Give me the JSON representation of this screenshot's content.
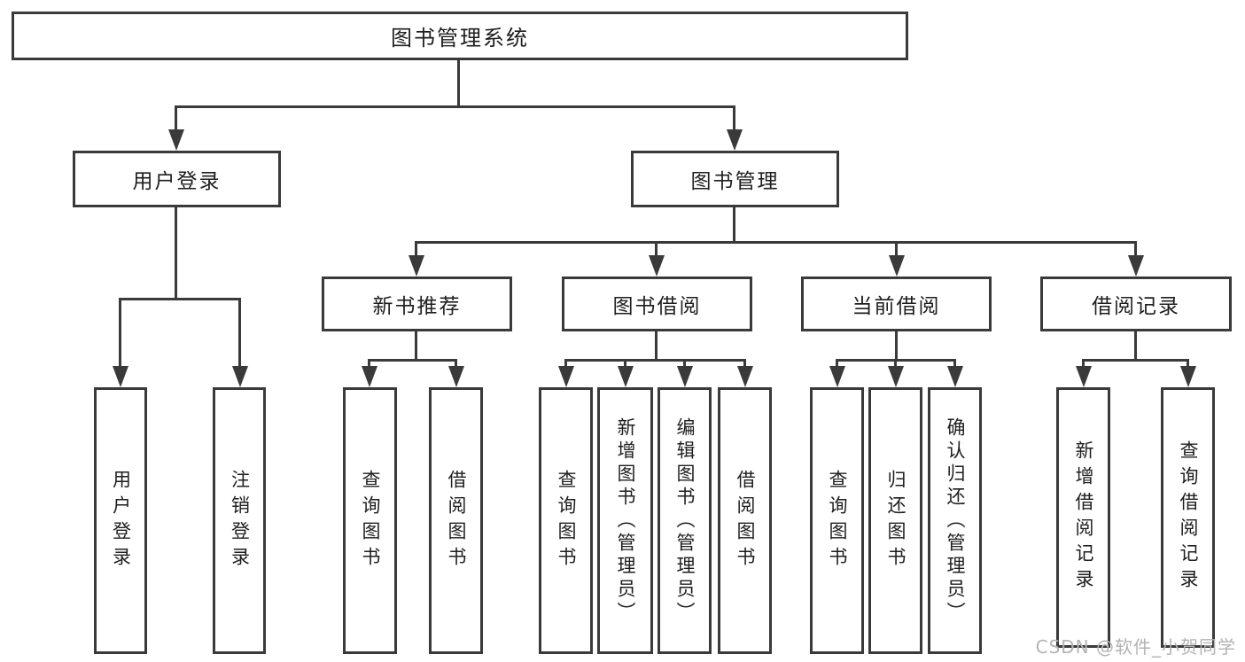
{
  "diagram_type": "feature-tree",
  "colors": {
    "line": "#3a3a3a",
    "text": "#1e1e1e",
    "background": "#ffffff",
    "watermark_text": "#b3b3b3"
  },
  "tree": {
    "label": "图书管理系统",
    "children": [
      {
        "label": "用户登录",
        "children": [
          {
            "label": "用户登录"
          },
          {
            "label": "注销登录"
          }
        ]
      },
      {
        "label": "图书管理",
        "children": [
          {
            "label": "新书推荐",
            "children": [
              {
                "label": "查询图书"
              },
              {
                "label": "借阅图书"
              }
            ]
          },
          {
            "label": "图书借阅",
            "children": [
              {
                "label": "查询图书"
              },
              {
                "label": "新增图书（管理员）"
              },
              {
                "label": "编辑图书（管理员）"
              },
              {
                "label": "借阅图书"
              }
            ]
          },
          {
            "label": "当前借阅",
            "children": [
              {
                "label": "查询图书"
              },
              {
                "label": "归还图书"
              },
              {
                "label": "确认归还（管理员）"
              }
            ]
          },
          {
            "label": "借阅记录",
            "children": [
              {
                "label": "新增借阅记录"
              },
              {
                "label": "查询借阅记录"
              }
            ]
          }
        ]
      }
    ]
  },
  "watermark": {
    "text": "CSDN @软件_小贺同学"
  }
}
